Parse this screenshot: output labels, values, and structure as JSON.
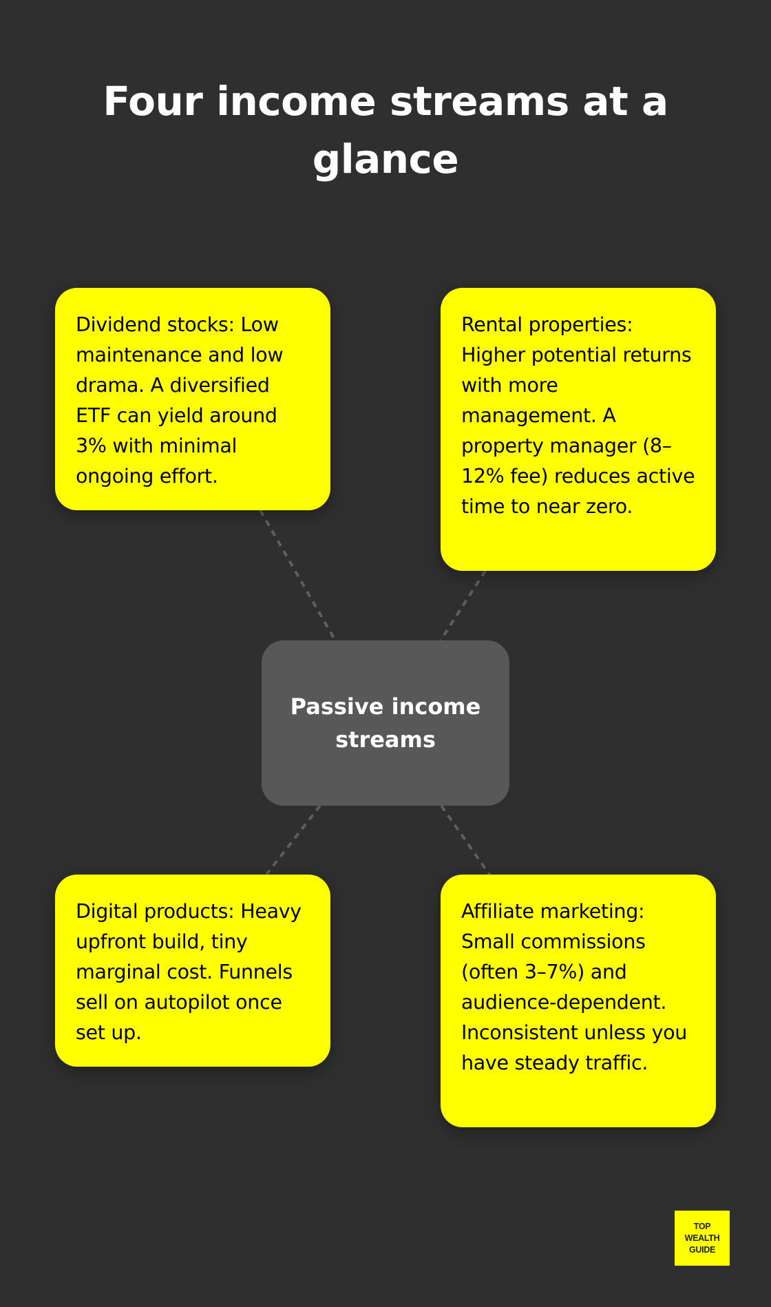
{
  "title": "Four income streams at a glance",
  "center_node": {
    "label": "Passive income streams",
    "color": "#585858"
  },
  "cards": [
    {
      "position": "top-left",
      "text": "Dividend stocks: Low maintenance and low drama. A diversified ETF can yield around 3% with minimal ongoing effort."
    },
    {
      "position": "top-right",
      "text": "Rental properties: Higher potential returns with more management. A property manager (8–12% fee) reduces active time to near zero."
    },
    {
      "position": "bottom-left",
      "text": "Digital products: Heavy upfront build, tiny marginal cost. Funnels sell on autopilot once set up."
    },
    {
      "position": "bottom-right",
      "text": "Affiliate marketing: Small commissions (often 3–7%) and audience-dependent. Inconsistent unless you have steady traffic."
    }
  ],
  "logo": {
    "line1": "TOP",
    "line2": "WEALTH",
    "line3": "GUIDE"
  },
  "colors": {
    "background": "#2f2f2f",
    "card": "#ffff00",
    "center": "#585858",
    "connector": "#5e5e5e",
    "title": "#ffffff"
  }
}
